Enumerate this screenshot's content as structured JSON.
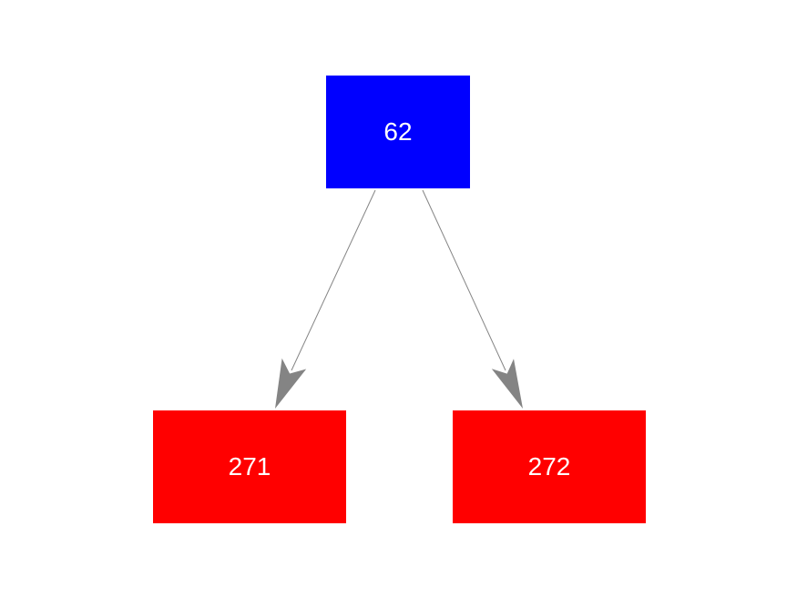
{
  "graph": {
    "background_color": "#ffffff",
    "text_color": "#ffffff",
    "edge_color": "#848484",
    "nodes": {
      "root": {
        "label": "62",
        "color": "#0000ff",
        "shape": "box"
      },
      "child_left": {
        "label": "271",
        "color": "#ff0000",
        "shape": "box"
      },
      "child_right": {
        "label": "272",
        "color": "#ff0000",
        "shape": "box"
      }
    },
    "edges": [
      {
        "from": "62",
        "to": "271",
        "arrow": "to"
      },
      {
        "from": "62",
        "to": "272",
        "arrow": "to"
      }
    ]
  }
}
